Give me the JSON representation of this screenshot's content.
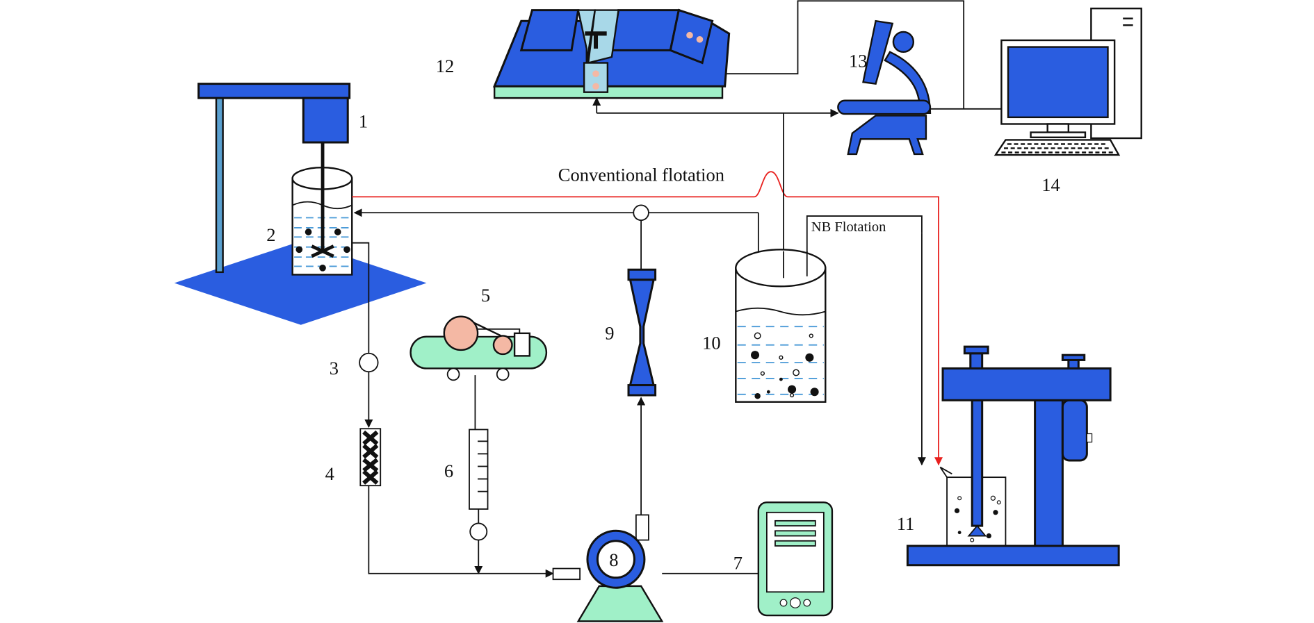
{
  "labels": {
    "n1": "1",
    "n2": "2",
    "n3": "3",
    "n4": "4",
    "n5": "5",
    "n6": "6",
    "n7": "7",
    "n8": "8",
    "n9": "9",
    "n10": "10",
    "n11": "11",
    "n12": "12",
    "n13": "13",
    "n14": "14"
  },
  "annotations": {
    "conventional": "Conventional flotation",
    "nb": "NB Flotation"
  },
  "colors": {
    "equipment_blue": "#2a5de0",
    "light_green": "#a0f0c8",
    "pink": "#f4b8a4",
    "water_dash": "#4a9ad8",
    "conventional_path": "#e8201e",
    "nb_path": "#111111"
  }
}
